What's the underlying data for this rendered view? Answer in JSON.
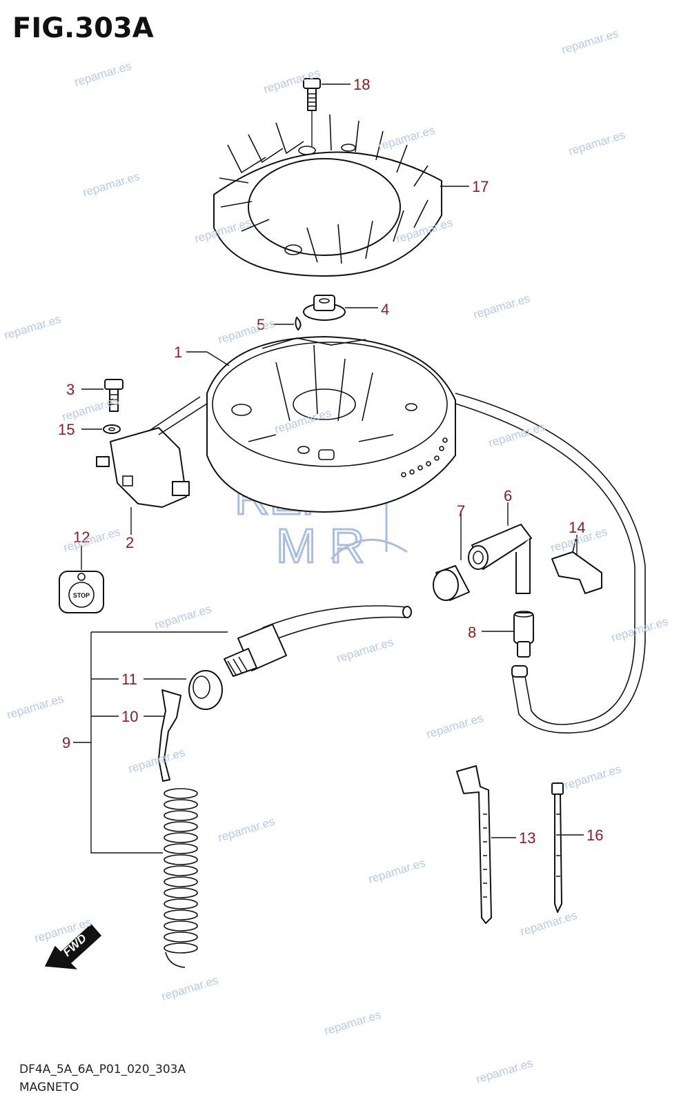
{
  "figure": {
    "title": "FIG.303A",
    "code": "DF4A_5A_6A_P01_020_303A",
    "name": "MAGNETO"
  },
  "watermark": {
    "text": "repamar.es",
    "logo_line1": "REP",
    "logo_line2": "M R"
  },
  "callouts": [
    "1",
    "2",
    "3",
    "4",
    "5",
    "6",
    "7",
    "8",
    "9",
    "10",
    "11",
    "12",
    "13",
    "14",
    "15",
    "16",
    "17",
    "18"
  ],
  "stop_label": "STOP",
  "fwd_label": "FWD",
  "colors": {
    "callout": "#8b1a1a",
    "watermark": "#b8c9e6",
    "line": "#111111"
  }
}
